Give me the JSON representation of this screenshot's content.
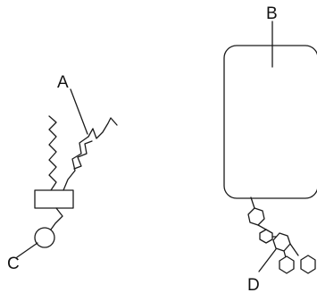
{
  "labels": {
    "a": "A",
    "b": "B",
    "c": "C",
    "d": "D"
  },
  "colors": {
    "line": "#1a1a1a",
    "background": "#ffffff"
  }
}
